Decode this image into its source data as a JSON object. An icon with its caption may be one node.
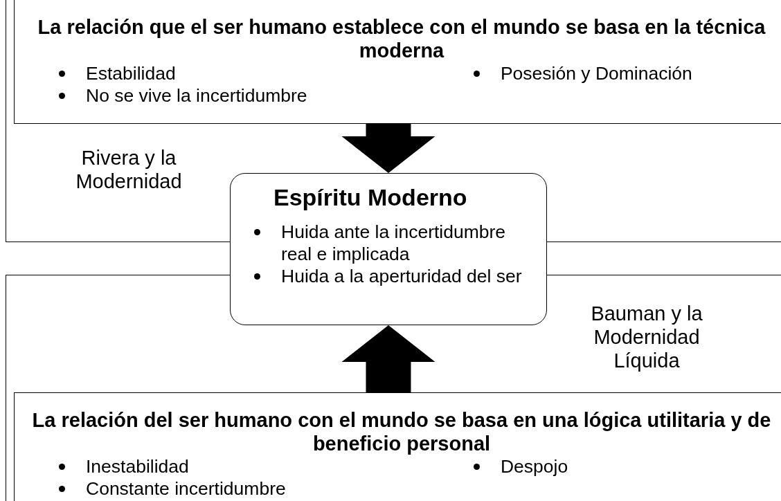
{
  "diagram": {
    "nodes": [
      {
        "text": [
          "Rivera y la Modernidad"
        ]
      },
      {
        "text": [
          "La relación que el ser humano establece con el mundo se basa en la técnica moderna",
          "Estabilidad",
          "No se vive la incertidumbre",
          "Posesión y Dominación"
        ],
        "in": 0
      },
      {
        "text": [
          "Espíritu Moderno",
          "Huida ante la incertidumbre real e implicada",
          "Huida a la aperturidad del ser"
        ]
      },
      {
        "text": [
          "Bauman y la Modernidad Líquida"
        ]
      },
      {
        "text": [
          "La relación del ser humano con el mundo se basa en una lógica utilitaria y de beneficio personal",
          "Inestabilidad",
          "Constante incertidumbre",
          "Despojo"
        ],
        "in": 3
      }
    ],
    "edges": [
      {
        "from": 1,
        "to": 2,
        "arrow": "to",
        "style": "thick"
      },
      {
        "from": 4,
        "to": 2,
        "arrow": "to",
        "style": "thick"
      }
    ]
  }
}
